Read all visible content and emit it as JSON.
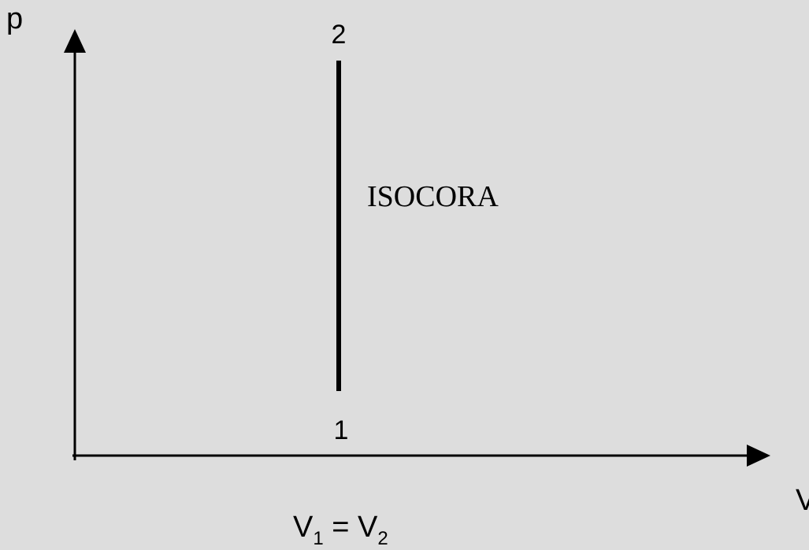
{
  "diagram": {
    "y_axis_label": "p",
    "x_axis_label": "V",
    "point_top_label": "2",
    "point_bottom_label": "1",
    "process_label": "ISOCORA",
    "equation": {
      "left_symbol": "V",
      "left_subscript": "1",
      "operator": " = ",
      "right_symbol": "V",
      "right_subscript": "2"
    },
    "colors": {
      "background": "#dddddd",
      "ink": "#000000"
    }
  }
}
